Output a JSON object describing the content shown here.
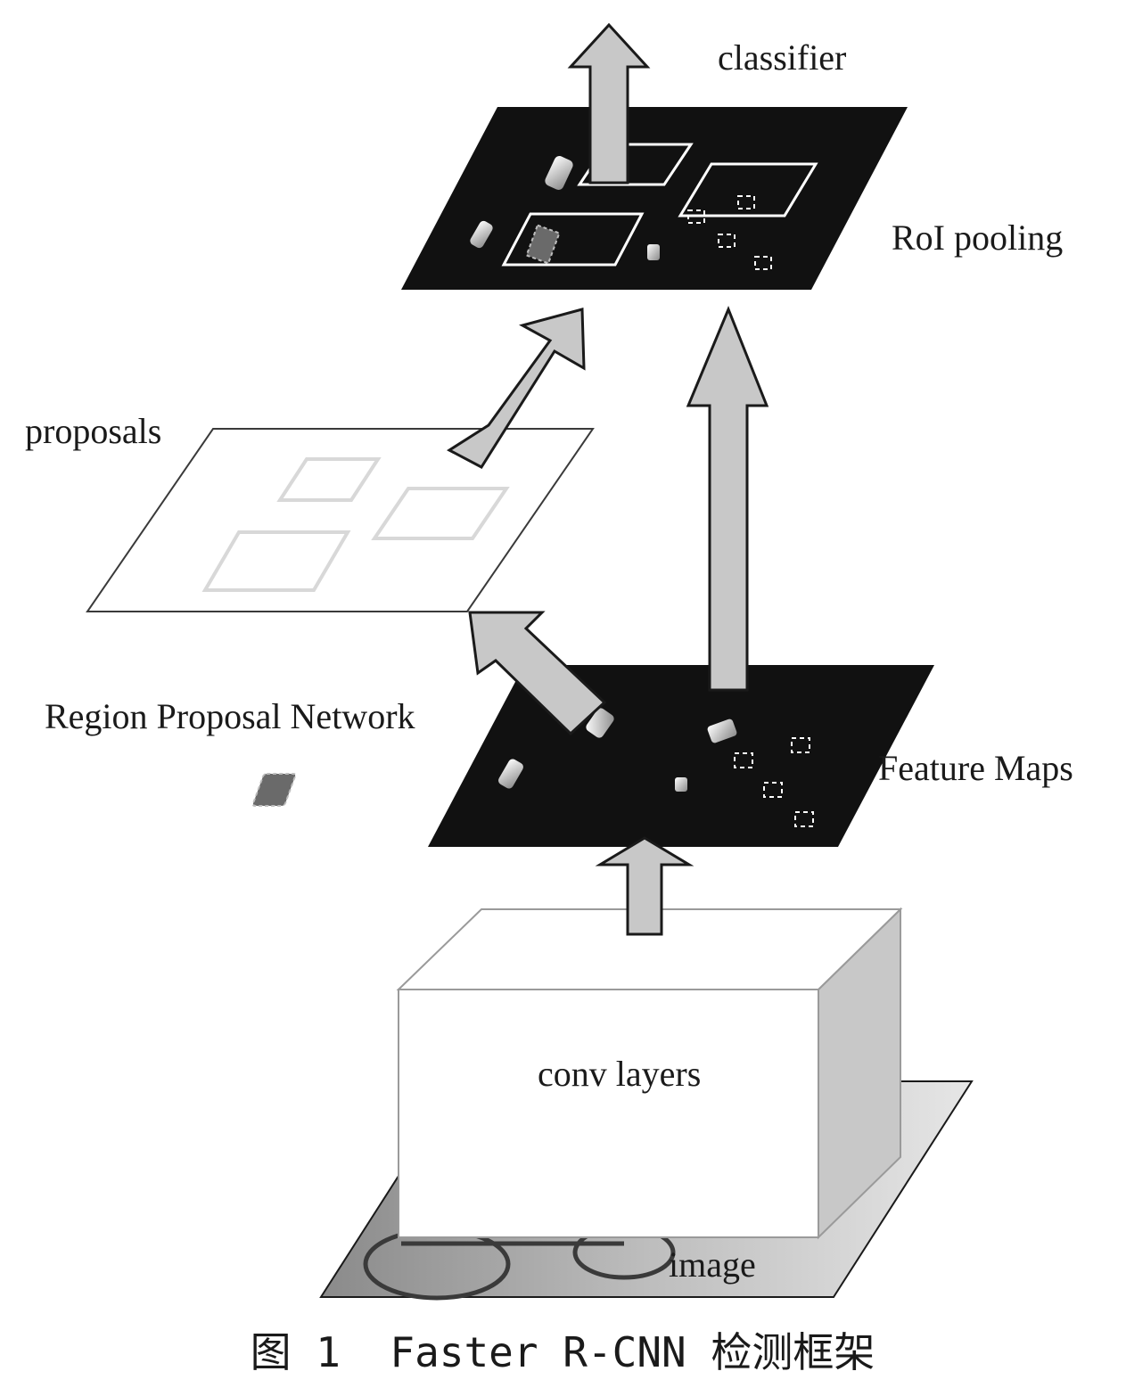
{
  "labels": {
    "classifier": "classifier",
    "roi_pooling": "RoI pooling",
    "proposals": "proposals",
    "rpn": "Region Proposal Network",
    "feature_maps": "Feature Maps",
    "conv_layers": "conv layers",
    "image": "image"
  },
  "caption": "图 1  Faster R-CNN 检测框架",
  "colors": {
    "map_fill": "#111111",
    "arrow_fill": "#c8c8c8",
    "outline": "#1a1a1a",
    "box_side": "#c8c8c8",
    "proposal_box": "#d8d8d8"
  }
}
